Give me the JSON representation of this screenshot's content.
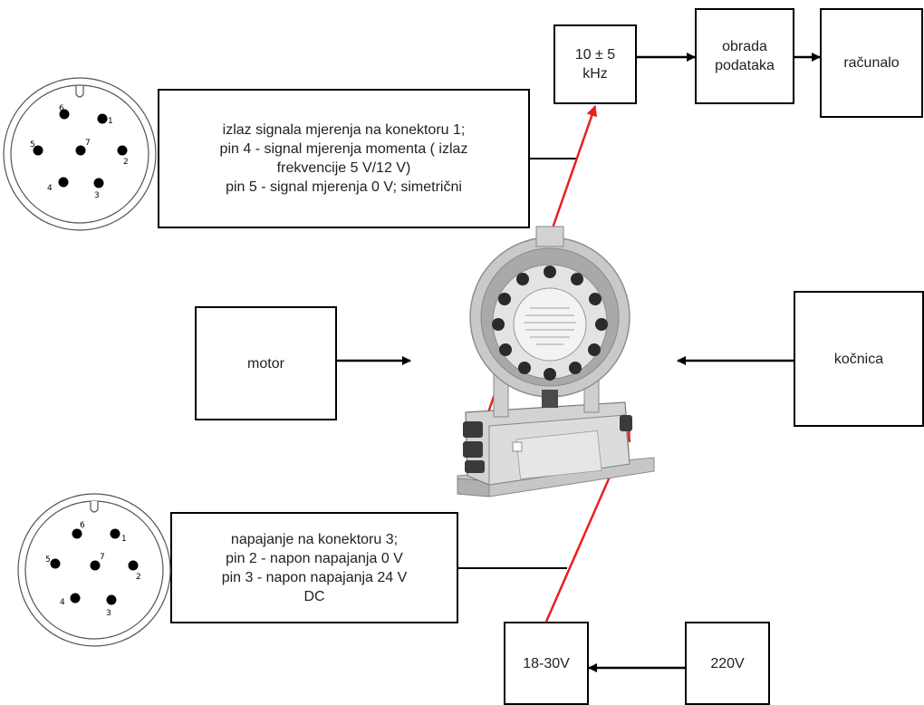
{
  "blocks": {
    "freq": "10 ± 5\nkHz",
    "processing": "obrada\npodataka",
    "computer": "računalo",
    "motor": "motor",
    "brake": "kočnica",
    "power_low": "18-30V",
    "power_mains": "220V"
  },
  "notes": {
    "signal": "izlaz signala mjerenja na konektoru 1;\npin 4 - signal mjerenja momenta ( izlaz\nfrekvencije 5 V/12 V)\npin 5 - signal mjerenja 0 V; simetrični",
    "supply": "napajanje na konektoru 3;\npin 2 - napon napajanja 0 V\npin 3 - napon napajanja 24 V\nDC"
  },
  "connector_1": {
    "pins": [
      "1",
      "2",
      "3",
      "4",
      "5",
      "6",
      "7"
    ]
  },
  "connector_3": {
    "pins": [
      "1",
      "2",
      "3",
      "4",
      "5",
      "6",
      "7"
    ]
  },
  "colors": {
    "signal_line": "#e8201e",
    "line": "#000000"
  }
}
